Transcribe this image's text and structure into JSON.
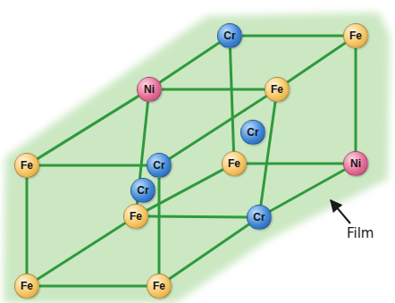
{
  "diagram": {
    "nodes": [
      {
        "text": [
          "Cr"
        ]
      },
      {
        "text": [
          "Fe"
        ]
      },
      {
        "text": [
          "Ni"
        ]
      },
      {
        "text": [
          "Fe"
        ]
      },
      {
        "text": [
          "Cr"
        ]
      },
      {
        "text": [
          "Fe"
        ]
      },
      {
        "text": [
          "Cr"
        ]
      },
      {
        "text": [
          "Fe"
        ]
      },
      {
        "text": [
          "Ni"
        ]
      },
      {
        "text": [
          "Cr"
        ]
      },
      {
        "text": [
          "Fe"
        ]
      },
      {
        "text": [
          "Cr"
        ]
      },
      {
        "text": [
          "Fe"
        ]
      },
      {
        "text": [
          "Fe"
        ]
      }
    ],
    "edges": [
      {
        "from": 5,
        "to": 6,
        "arrow": "none"
      },
      {
        "from": 5,
        "to": 12,
        "arrow": "none"
      },
      {
        "from": 6,
        "to": 13,
        "arrow": "none"
      },
      {
        "from": 12,
        "to": 13,
        "arrow": "none"
      },
      {
        "from": 2,
        "to": 3,
        "arrow": "none"
      },
      {
        "from": 2,
        "to": 10,
        "arrow": "none"
      },
      {
        "from": 3,
        "to": 11,
        "arrow": "none"
      },
      {
        "from": 10,
        "to": 11,
        "arrow": "none"
      },
      {
        "from": 0,
        "to": 1,
        "arrow": "none"
      },
      {
        "from": 0,
        "to": 7,
        "arrow": "none"
      },
      {
        "from": 1,
        "to": 8,
        "arrow": "none"
      },
      {
        "from": 7,
        "to": 8,
        "arrow": "none"
      },
      {
        "from": 5,
        "to": 2,
        "arrow": "none"
      },
      {
        "from": 6,
        "to": 3,
        "arrow": "none"
      },
      {
        "from": 12,
        "to": 10,
        "arrow": "none"
      },
      {
        "from": 13,
        "to": 11,
        "arrow": "none"
      },
      {
        "from": 2,
        "to": 0,
        "arrow": "none"
      },
      {
        "from": 3,
        "to": 1,
        "arrow": "none"
      },
      {
        "from": 10,
        "to": 7,
        "arrow": "none"
      },
      {
        "from": 11,
        "to": 8,
        "arrow": "none"
      }
    ],
    "labels": [
      "Film"
    ]
  }
}
